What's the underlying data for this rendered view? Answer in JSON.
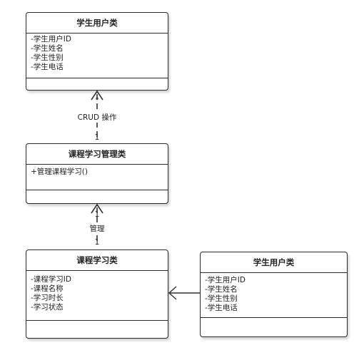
{
  "classes": {
    "student_user_1": {
      "name": "学生用户类",
      "attributes": [
        "-学生用户ID",
        "-学生姓名",
        "-学生性别",
        "-学生电话"
      ],
      "operations": []
    },
    "course_learning_manager": {
      "name": "课程学习管理类",
      "attributes": [
        "+管理课程学习()"
      ],
      "operations": []
    },
    "course_learning": {
      "name": "课程学习类",
      "attributes": [
        "-课程学习ID",
        "-课程名称",
        "-学习时长",
        "-学习状态"
      ],
      "operations": []
    },
    "student_user_2": {
      "name": "学生用户类",
      "attributes": [
        "-学生用户ID",
        "-学生姓名",
        "-学生性别",
        "-学生电话"
      ],
      "operations": []
    }
  },
  "relations": {
    "crud": {
      "label": "CRUD 操作",
      "mult_top": "*",
      "mult_bottom": "1"
    },
    "manage": {
      "label": "管理",
      "mult_top": "1",
      "mult_bottom": "1"
    }
  }
}
